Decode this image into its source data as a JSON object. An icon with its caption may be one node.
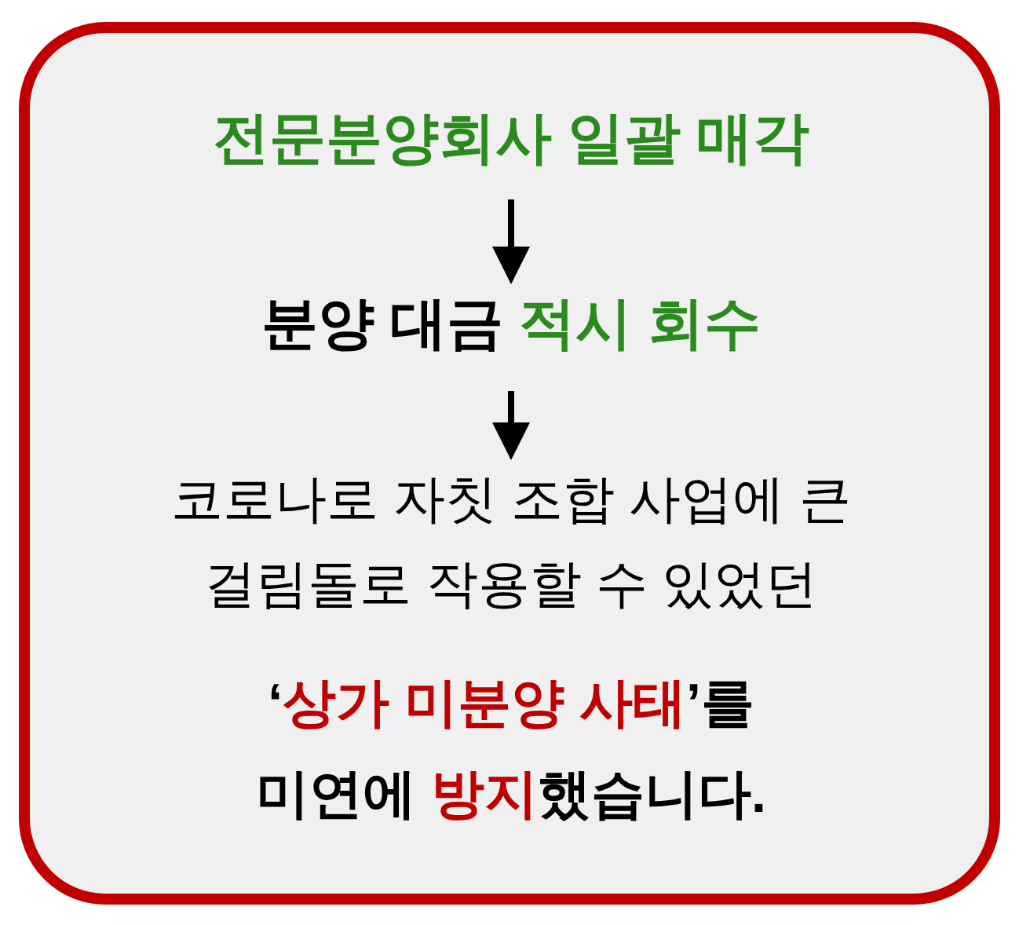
{
  "diagram": {
    "nodes": [
      {
        "text": [],
        "shape": "box"
      },
      {
        "text": [
          "전문분양회사 일괄 매각"
        ],
        "in": 0
      },
      {
        "text": [
          "분양 대금 **적시 회수**"
        ],
        "in": 0
      },
      {
        "text": [
          "코로나로 자칫 조합 사업에 큰 걸림돌로 작용할 수 있었던",
          "‘**상가 미분양 사태**’를 미연에 **방지**했습니다."
        ],
        "in": 0
      }
    ],
    "edges": [
      {
        "from": 1,
        "to": 2,
        "arrow": "to"
      },
      {
        "from": 2,
        "to": 3,
        "arrow": "to"
      }
    ]
  }
}
